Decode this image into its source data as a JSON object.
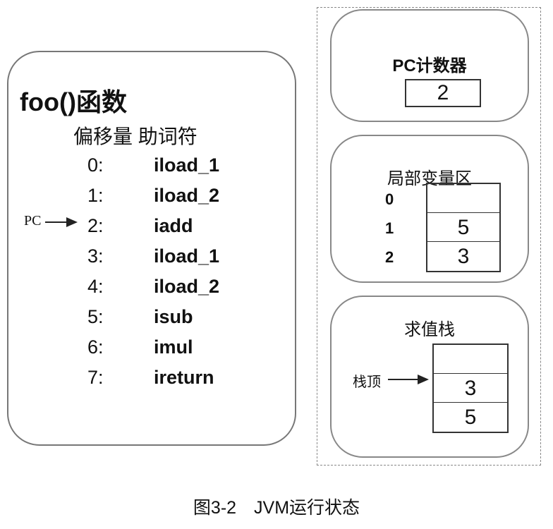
{
  "function_panel": {
    "title": "foo()函数",
    "header_offset": "偏移量",
    "header_mnemonic": "助词符",
    "instructions": [
      {
        "offset": "0:",
        "mnemonic": "iload_1"
      },
      {
        "offset": "1:",
        "mnemonic": "iload_2"
      },
      {
        "offset": "2:",
        "mnemonic": "iadd"
      },
      {
        "offset": "3:",
        "mnemonic": "iload_1"
      },
      {
        "offset": "4:",
        "mnemonic": "iload_2"
      },
      {
        "offset": "5:",
        "mnemonic": "isub"
      },
      {
        "offset": "6:",
        "mnemonic": "imul"
      },
      {
        "offset": "7:",
        "mnemonic": "ireturn"
      }
    ],
    "pc_pointer_label": "PC",
    "pc_current_index": 2
  },
  "pc_counter": {
    "title": "PC计数器",
    "value": "2"
  },
  "local_variables": {
    "title": "局部变量区",
    "slots": [
      {
        "index": "0",
        "value": ""
      },
      {
        "index": "1",
        "value": "5"
      },
      {
        "index": "2",
        "value": "3"
      }
    ]
  },
  "operand_stack": {
    "title": "求值栈",
    "top_label": "栈顶",
    "cells": [
      "",
      "3",
      "5"
    ]
  },
  "caption": "图3-2 JVM运行状态"
}
